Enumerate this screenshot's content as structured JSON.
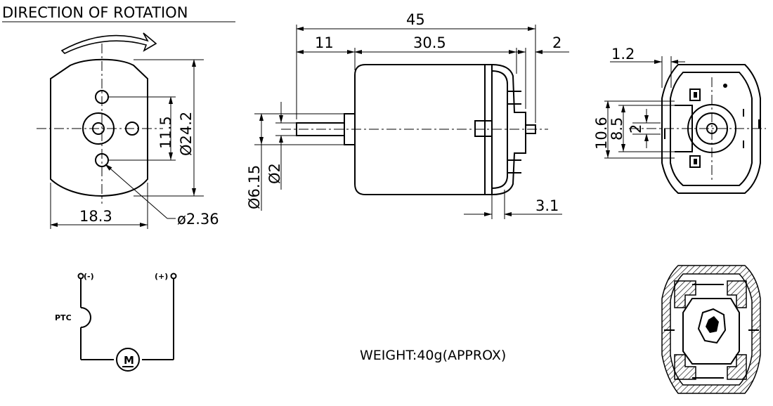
{
  "title": "DIRECTION OF ROTATION",
  "dims": {
    "overall_length": "45",
    "shaft_length": "11",
    "body_length": "30.5",
    "endcap_offset": "2",
    "flange_width": "3.1",
    "height_inner": "11.5",
    "height_outer": "Ø24.2",
    "width": "18.3",
    "hole_dia": "ø2.36",
    "boss_dia": "Ø6.15",
    "shaft_dia": "Ø2",
    "term_offset": "1.2",
    "term_h1": "10.6",
    "term_h2": "8.5",
    "term_h3": "2"
  },
  "circuit": {
    "neg": "(-)",
    "pos": "(+)",
    "ptc": "PTC",
    "motor": "M"
  },
  "weight": "WEIGHT:40g(APPROX)"
}
